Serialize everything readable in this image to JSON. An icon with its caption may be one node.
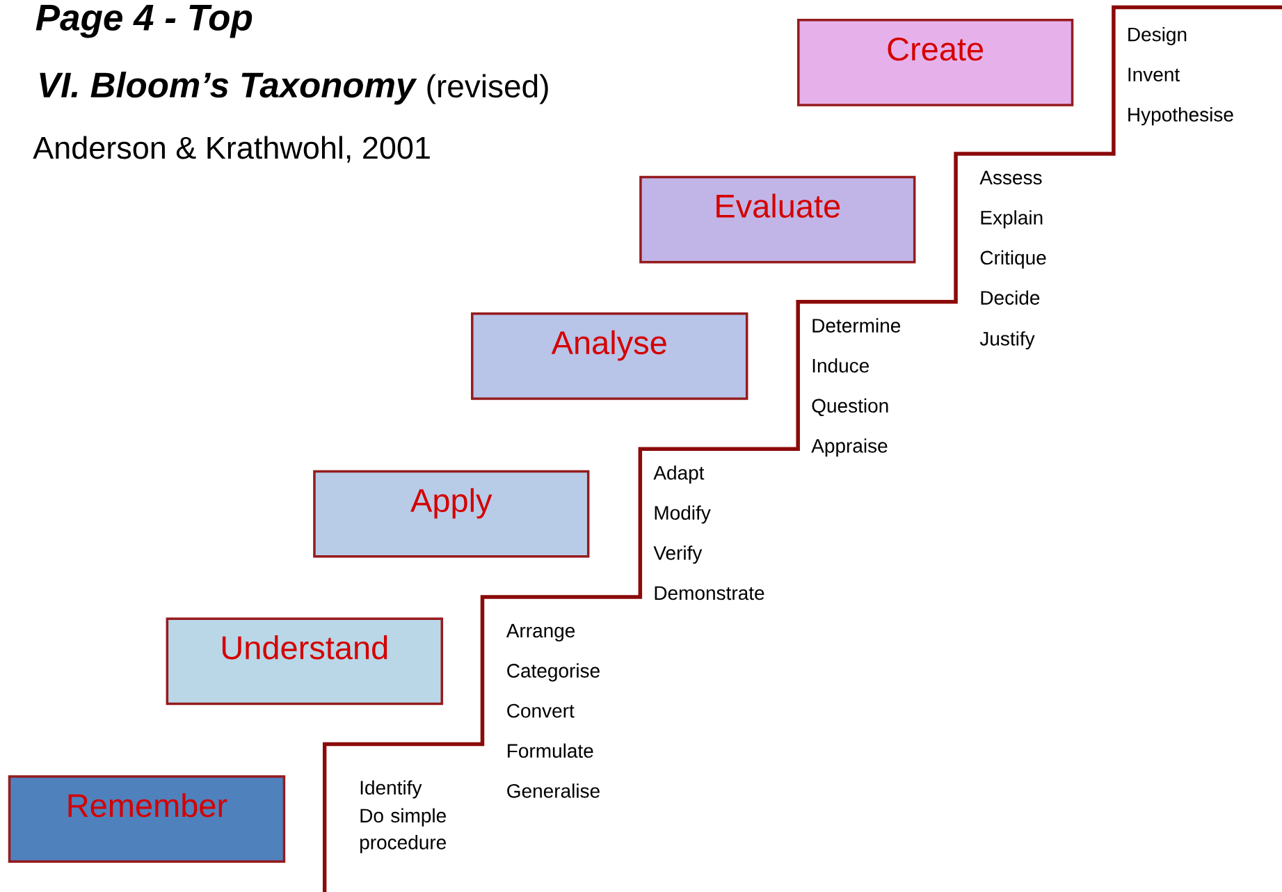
{
  "diagram": {
    "title": "Page 4 - Top",
    "nodes": [
      {
        "text": [
          "Remember"
        ]
      },
      {
        "text": [
          "Understand"
        ]
      },
      {
        "text": [
          "Apply"
        ]
      },
      {
        "text": [
          "Analyse"
        ]
      },
      {
        "text": [
          "Evaluate"
        ]
      },
      {
        "text": [
          "Create"
        ]
      }
    ],
    "labels": [
      "VI. Bloom’s Taxonomy",
      "(revised)",
      "Anderson & Krathwohl, 2001",
      "Identify",
      "Do simple procedure",
      "Arrange",
      "Categorise",
      "Convert",
      "Formulate",
      "Generalise",
      "Adapt",
      "Modify",
      "Verify",
      "Demonstrate",
      "Determine",
      "Induce",
      "Question",
      "Appraise",
      "Assess",
      "Explain",
      "Critique",
      "Decide",
      "Justify",
      "Design",
      "Invent",
      "Hypothesise"
    ]
  }
}
